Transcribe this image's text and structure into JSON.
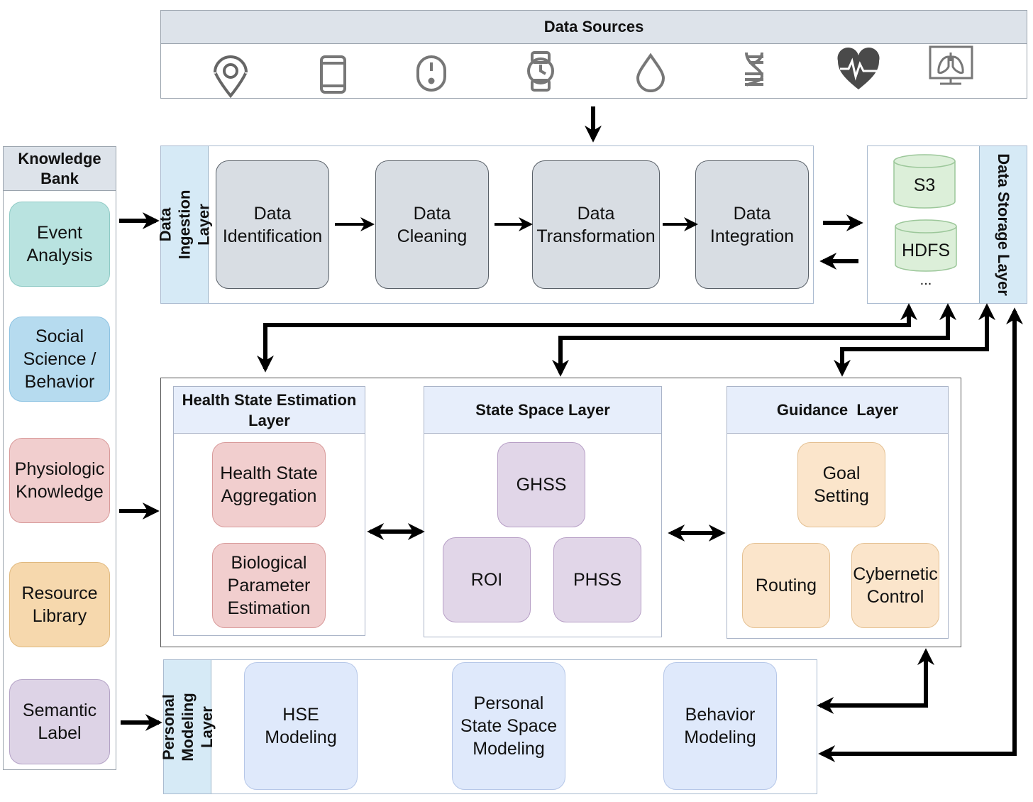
{
  "data_sources": {
    "title": "Data Sources",
    "icons": [
      "location-pin-icon",
      "smartphone-icon",
      "mouse-icon",
      "smartwatch-icon",
      "water-drop-icon",
      "dna-icon",
      "heart-rate-icon",
      "lung-monitor-icon"
    ]
  },
  "knowledge_bank": {
    "title": "Knowledge\nBank",
    "items": [
      {
        "label": "Event\nAnalysis"
      },
      {
        "label": "Social\nScience /\nBehavior"
      },
      {
        "label": "Physiologic\nKnowledge"
      },
      {
        "label": "Resource\nLibrary"
      },
      {
        "label": "Semantic\nLabel"
      }
    ]
  },
  "ingestion": {
    "title": "Data Ingestion\nLayer",
    "steps": [
      {
        "label": "Data\nIdentification"
      },
      {
        "label": "Data\nCleaning"
      },
      {
        "label": "Data\nTransformation"
      },
      {
        "label": "Data\nIntegration"
      }
    ]
  },
  "storage": {
    "title": "Data Storage Layer",
    "items": [
      "S3",
      "HDFS"
    ],
    "more": "..."
  },
  "hse": {
    "title": "Health State Estimation\nLayer",
    "items": [
      {
        "label": "Health State\nAggregation"
      },
      {
        "label": "Biological\nParameter\nEstimation"
      }
    ]
  },
  "state_space": {
    "title": "State Space Layer",
    "items": [
      {
        "label": "GHSS"
      },
      {
        "label": "ROI"
      },
      {
        "label": "PHSS"
      }
    ]
  },
  "guidance": {
    "title": "Guidance  Layer",
    "items": [
      {
        "label": "Goal\nSetting"
      },
      {
        "label": "Routing"
      },
      {
        "label": "Cybernetic\nControl"
      }
    ]
  },
  "personal": {
    "title": "Personal\nModeling Layer",
    "items": [
      {
        "label": "HSE\nModeling"
      },
      {
        "label": "Personal\nState Space\nModeling"
      },
      {
        "label": "Behavior\nModeling"
      }
    ]
  },
  "colors": {
    "gray": "#d8dde3",
    "teal": "#b9e3e0",
    "blue": "#b6dbef",
    "pink": "#f1cece",
    "orange": "#f6d8ad",
    "purple": "#ddd3e6",
    "peach": "#fbe5cb",
    "lightblue": "#dfe9fb",
    "green": "#dcefd9"
  }
}
